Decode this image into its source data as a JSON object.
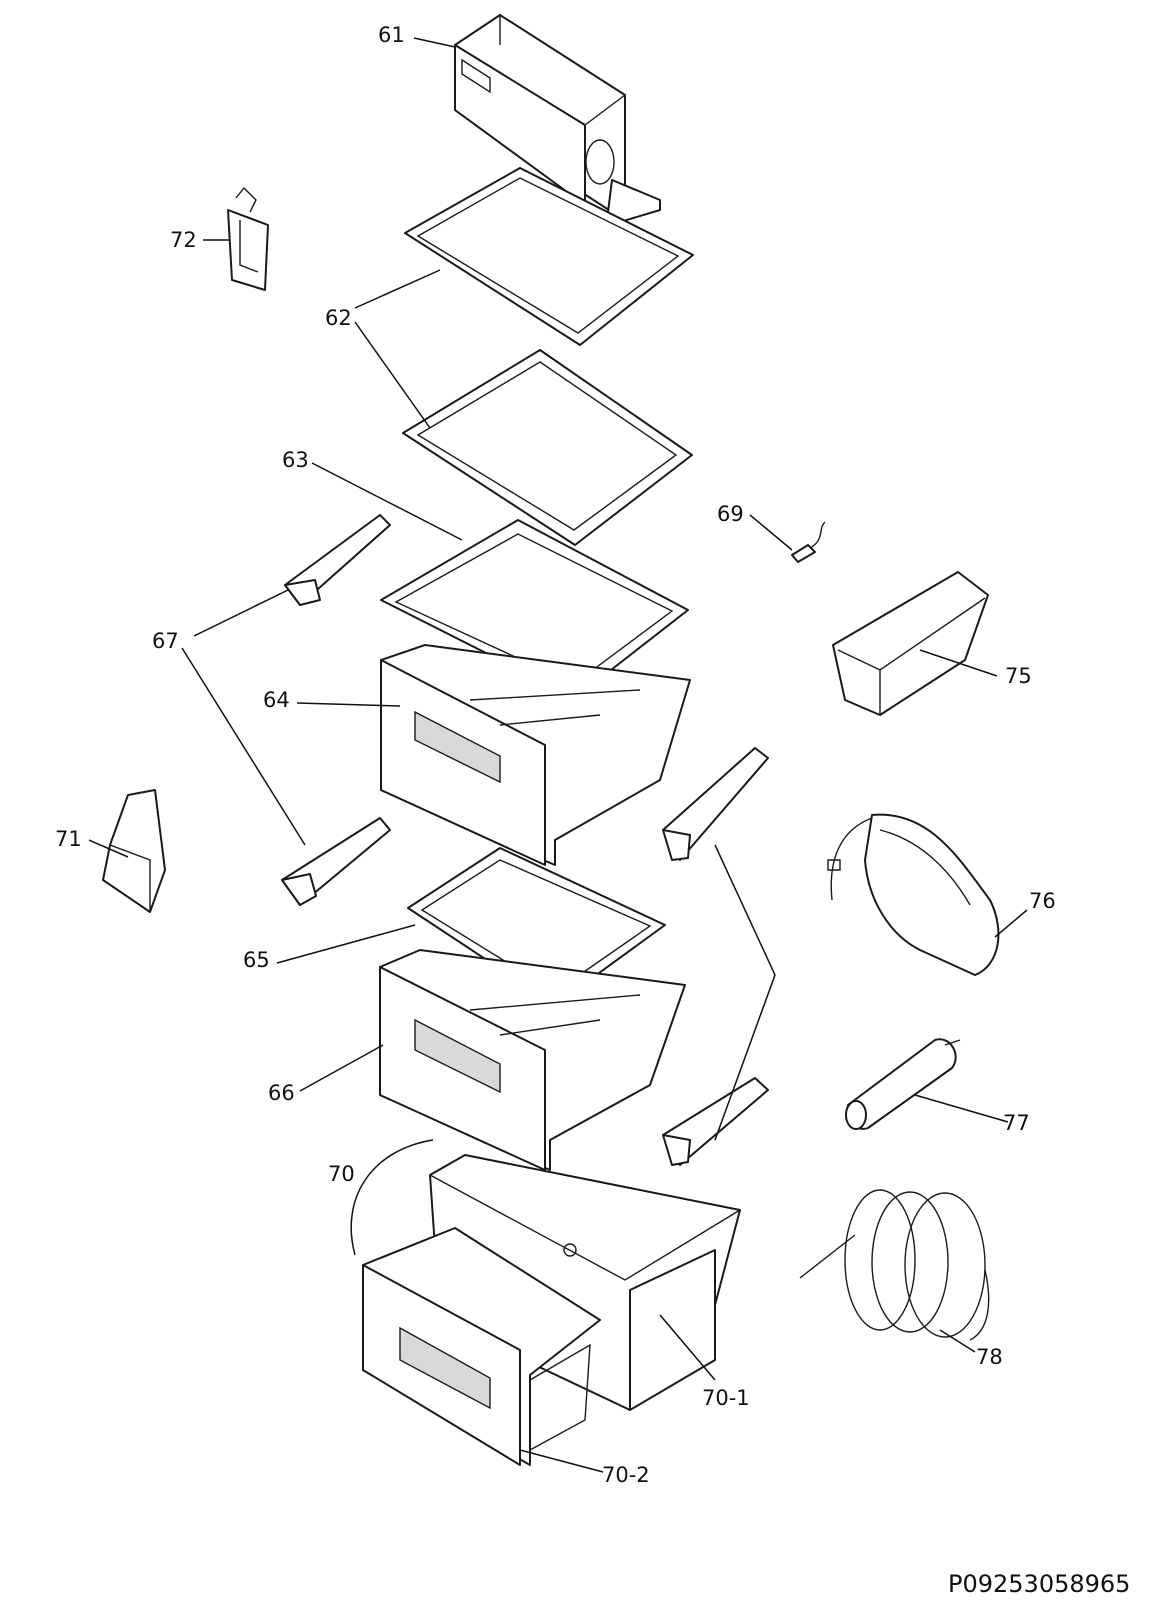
{
  "diagram": {
    "drawing_code": "P09253058965",
    "parts": [
      {
        "id": "61",
        "label": "61"
      },
      {
        "id": "62",
        "label": "62"
      },
      {
        "id": "63",
        "label": "63"
      },
      {
        "id": "64",
        "label": "64"
      },
      {
        "id": "65",
        "label": "65"
      },
      {
        "id": "66",
        "label": "66"
      },
      {
        "id": "67",
        "label": "67"
      },
      {
        "id": "69",
        "label": "69"
      },
      {
        "id": "70",
        "label": "70"
      },
      {
        "id": "70-1",
        "label": "70-1"
      },
      {
        "id": "70-2",
        "label": "70-2"
      },
      {
        "id": "71",
        "label": "71"
      },
      {
        "id": "72",
        "label": "72"
      },
      {
        "id": "75",
        "label": "75"
      },
      {
        "id": "76",
        "label": "76"
      },
      {
        "id": "77",
        "label": "77"
      },
      {
        "id": "78",
        "label": "78"
      }
    ]
  }
}
